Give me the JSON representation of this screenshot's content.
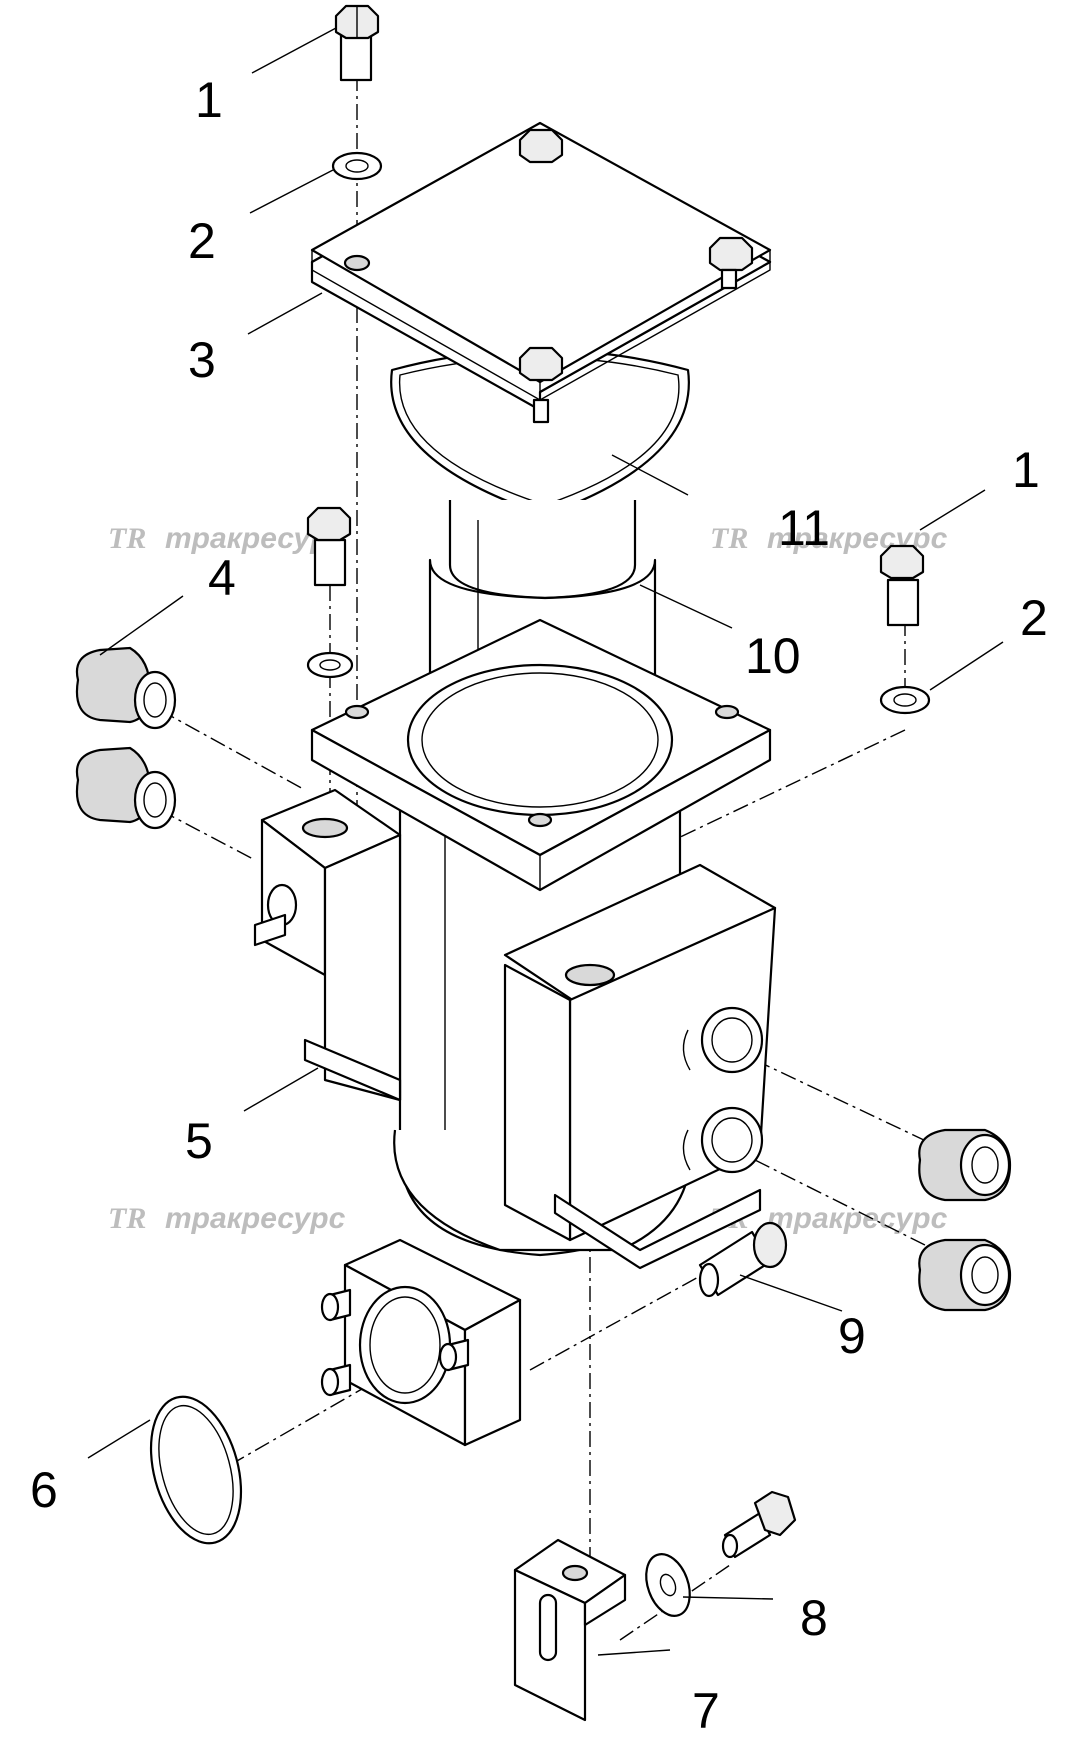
{
  "callouts": [
    {
      "id": "1",
      "label": "1"
    },
    {
      "id": "2",
      "label": "2"
    },
    {
      "id": "3",
      "label": "3"
    },
    {
      "id": "4",
      "label": "4"
    },
    {
      "id": "5",
      "label": "5"
    },
    {
      "id": "6",
      "label": "6"
    },
    {
      "id": "7",
      "label": "7"
    },
    {
      "id": "8",
      "label": "8"
    },
    {
      "id": "9",
      "label": "9"
    },
    {
      "id": "10",
      "label": "10"
    },
    {
      "id": "11",
      "label": "11"
    },
    {
      "id": "1b",
      "label": "1"
    },
    {
      "id": "2b",
      "label": "2"
    }
  ],
  "watermark": {
    "logo": "TR",
    "text": "тракресурс"
  },
  "colors": {
    "line": "#000000",
    "watermark": "#bdbdbd",
    "background": "#ffffff"
  }
}
